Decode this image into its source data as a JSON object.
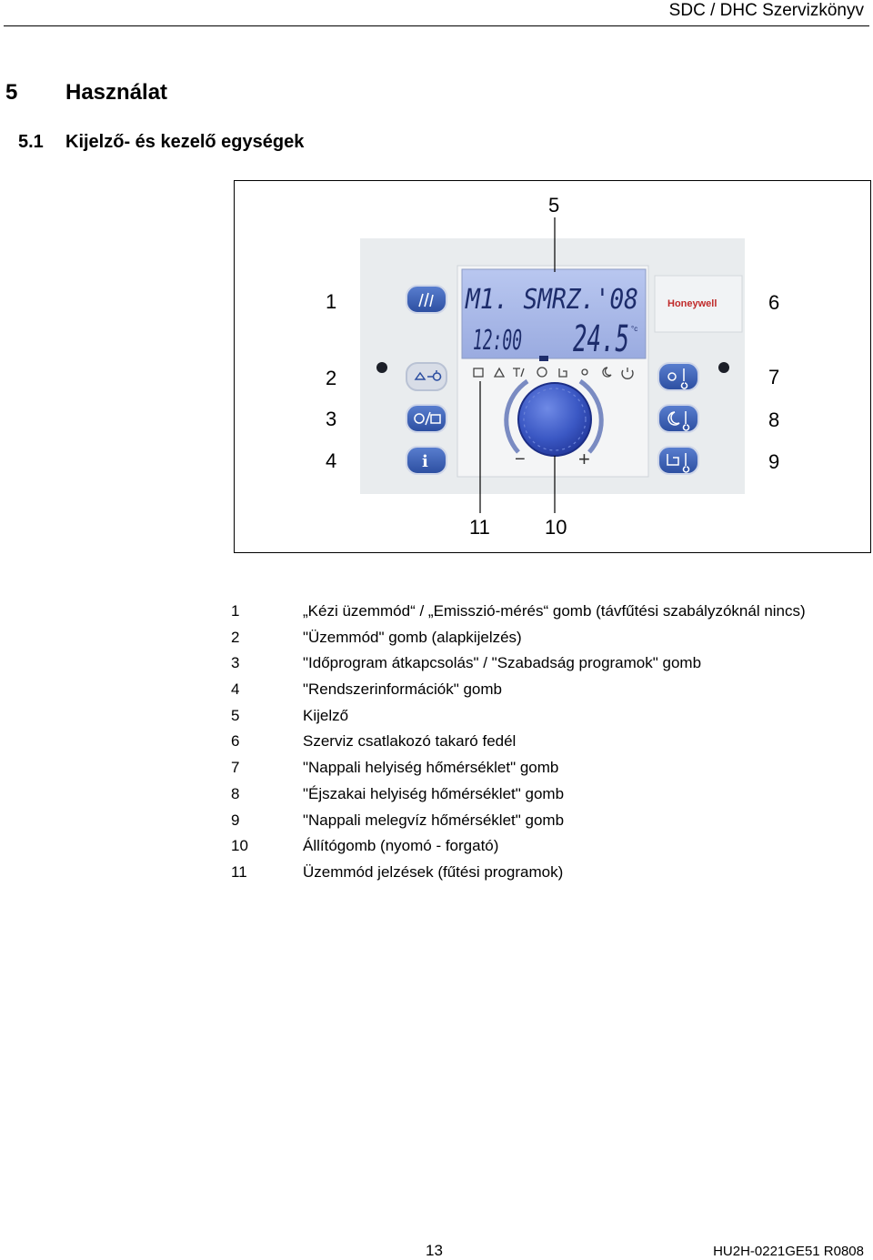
{
  "header": {
    "title": "SDC / DHC Szervizkönyv"
  },
  "section": {
    "number": "5",
    "title": "Használat"
  },
  "subsection": {
    "number": "5.1",
    "title": "Kijelző- és kezelő egységek"
  },
  "figure": {
    "brand": "Honeywell",
    "display": {
      "line1": "M1.  SMRZ.'08",
      "time": "12:00",
      "temperature": "24.5",
      "unit": "°c"
    },
    "callouts": [
      "1",
      "2",
      "3",
      "4",
      "5",
      "6",
      "7",
      "8",
      "9",
      "10",
      "11"
    ],
    "knob_minus": "−",
    "knob_plus": "+",
    "colors": {
      "button_blue": "#3a5fb0",
      "knob_blue": "#3b58c4",
      "lcd": "#a9b9e8",
      "panel": "#e9ecee"
    }
  },
  "legend": [
    {
      "num": "1",
      "text": "„Kézi üzemmód“ / „Emisszió-mérés“ gomb (távfűtési szabályzóknál nincs)"
    },
    {
      "num": "2",
      "text": "\"Üzemmód\" gomb (alapkijelzés)"
    },
    {
      "num": "3",
      "text": "\"Időprogram átkapcsolás\" / \"Szabadság programok\" gomb"
    },
    {
      "num": "4",
      "text": "\"Rendszerinformációk\" gomb"
    },
    {
      "num": "5",
      "text": "Kijelző"
    },
    {
      "num": "6",
      "text": "Szerviz csatlakozó takaró fedél"
    },
    {
      "num": "7",
      "text": "\"Nappali helyiség hőmérséklet\" gomb"
    },
    {
      "num": "8",
      "text": "\"Éjszakai helyiség hőmérséklet\" gomb"
    },
    {
      "num": "9",
      "text": "\"Nappali melegvíz hőmérséklet\" gomb"
    },
    {
      "num": "10",
      "text": "Állítógomb (nyomó - forgató)"
    },
    {
      "num": "11",
      "text": "Üzemmód jelzések (fűtési programok)"
    }
  ],
  "footer": {
    "page_number": "13",
    "doc_code": "HU2H-0221GE51 R0808"
  }
}
